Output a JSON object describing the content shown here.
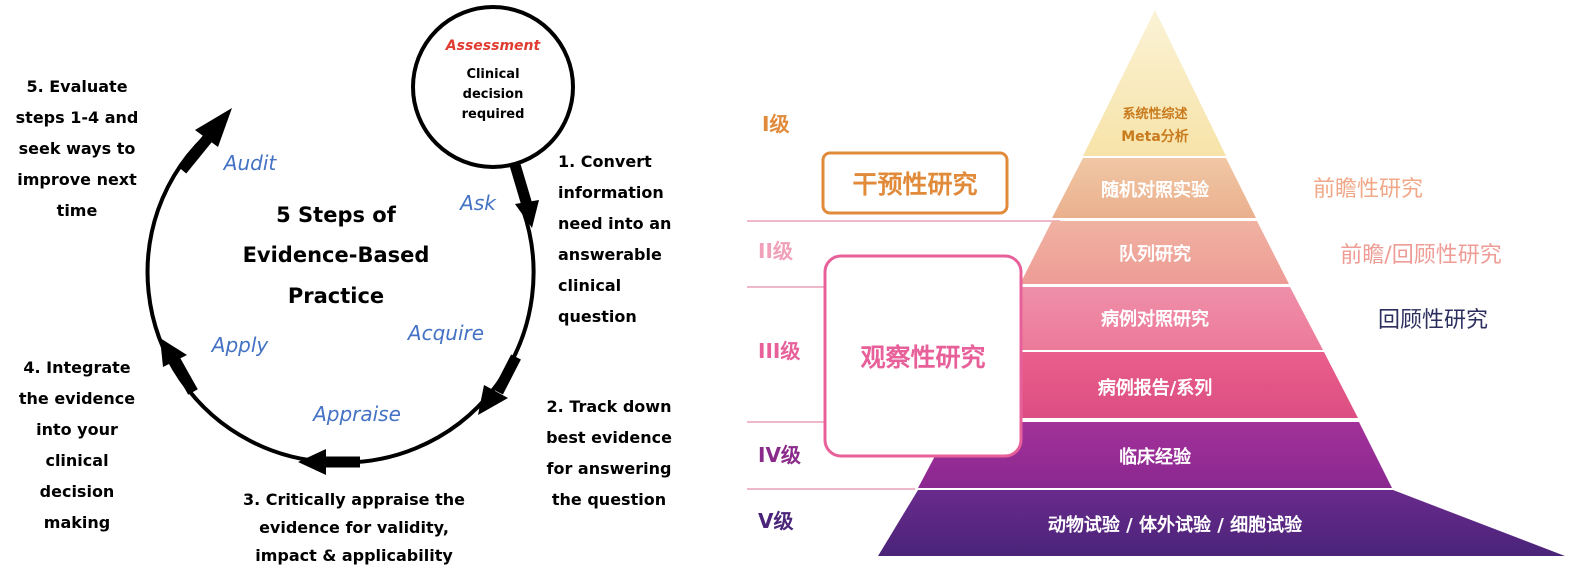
{
  "ebp_cycle": {
    "title_lines": [
      "5 Steps of",
      "Evidence-Based",
      "Practice"
    ],
    "assessment": {
      "label": "Assessment",
      "lines": [
        "Clinical",
        "decision",
        "required"
      ]
    },
    "phases": {
      "ask": "Ask",
      "acquire": "Acquire",
      "appraise": "Appraise",
      "apply": "Apply",
      "audit": "Audit"
    },
    "step1_lines": [
      "1. Convert",
      "information",
      "need into an",
      "answerable",
      "clinical",
      "question"
    ],
    "step2_lines": [
      "2. Track down",
      "best evidence",
      "for answering",
      "the question"
    ],
    "step3_lines": [
      "3. Critically appraise the",
      "evidence for validity,",
      "impact & applicability"
    ],
    "step4_lines": [
      "4. Integrate",
      "the evidence",
      "into your",
      "clinical",
      "decision",
      "making"
    ],
    "step5_lines": [
      "5. Evaluate",
      "steps 1-4 and",
      "seek ways to",
      "improve next",
      "time"
    ]
  },
  "evidence_pyramid": {
    "levels": [
      "I级",
      "II级",
      "III级",
      "IV级",
      "V级"
    ],
    "layers": [
      "系统性综述",
      "Meta分析",
      "随机对照实验",
      "队列研究",
      "病例对照研究",
      "病例报告/系列",
      "临床经验",
      "动物试验 / 体外试验 / 细胞试验"
    ],
    "category_intervention": "干预性研究",
    "category_observational": "观察性研究",
    "side_prospective": "前瞻性研究",
    "side_pro_retro": "前瞻/回顾性研究",
    "side_retrospective": "回顾性研究"
  },
  "colors": {
    "phase_blue": "#4472c4",
    "assessment_red": "#e03c31",
    "orange": "#e08a3a",
    "pink": "#e8609a",
    "purple": "#6b2a8a",
    "navy": "#2c2f5e"
  }
}
